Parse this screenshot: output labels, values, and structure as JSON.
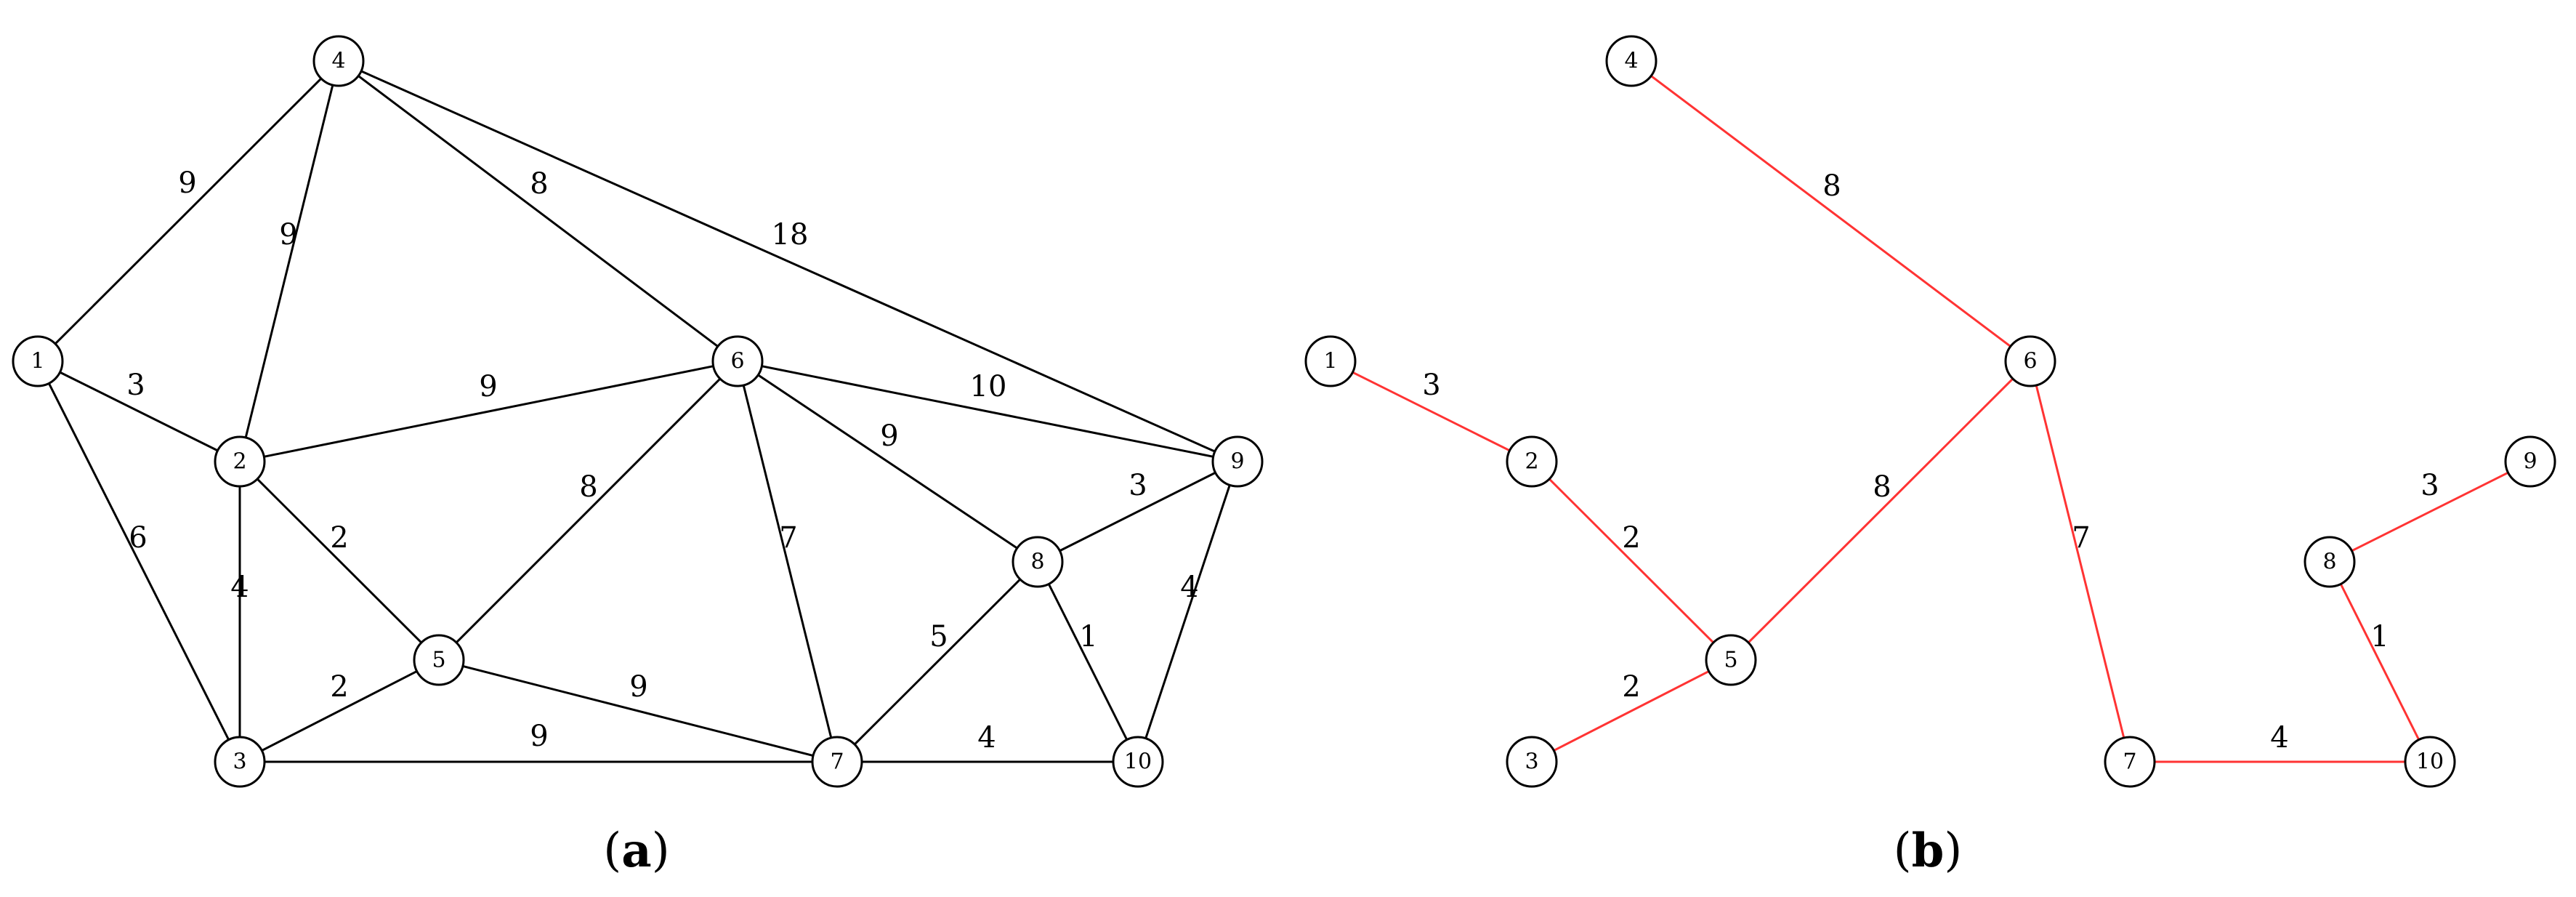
{
  "colors": {
    "graph_edge": "#000000",
    "tree_edge": "#ff3333",
    "node_stroke": "#000000",
    "background": "#ffffff"
  },
  "panels": [
    {
      "id": "a",
      "caption": "a",
      "nodes": [
        "1",
        "2",
        "3",
        "4",
        "5",
        "6",
        "7",
        "8",
        "9",
        "10"
      ],
      "edges": [
        {
          "from": "1",
          "to": "4",
          "weight": "9"
        },
        {
          "from": "1",
          "to": "2",
          "weight": "3"
        },
        {
          "from": "1",
          "to": "3",
          "weight": "6"
        },
        {
          "from": "4",
          "to": "2",
          "weight": "9"
        },
        {
          "from": "4",
          "to": "6",
          "weight": "8"
        },
        {
          "from": "4",
          "to": "9",
          "weight": "18"
        },
        {
          "from": "2",
          "to": "6",
          "weight": "9"
        },
        {
          "from": "2",
          "to": "5",
          "weight": "2"
        },
        {
          "from": "2",
          "to": "3",
          "weight": "4"
        },
        {
          "from": "3",
          "to": "5",
          "weight": "2"
        },
        {
          "from": "3",
          "to": "7",
          "weight": "9"
        },
        {
          "from": "5",
          "to": "6",
          "weight": "8"
        },
        {
          "from": "5",
          "to": "7",
          "weight": "9"
        },
        {
          "from": "6",
          "to": "7",
          "weight": "7"
        },
        {
          "from": "6",
          "to": "8",
          "weight": "9"
        },
        {
          "from": "6",
          "to": "9",
          "weight": "10"
        },
        {
          "from": "8",
          "to": "9",
          "weight": "3"
        },
        {
          "from": "8",
          "to": "7",
          "weight": "5"
        },
        {
          "from": "8",
          "to": "10",
          "weight": "1"
        },
        {
          "from": "9",
          "to": "10",
          "weight": "4"
        },
        {
          "from": "7",
          "to": "10",
          "weight": "4"
        }
      ]
    },
    {
      "id": "b",
      "caption": "b",
      "nodes": [
        "1",
        "2",
        "3",
        "4",
        "5",
        "6",
        "7",
        "8",
        "9",
        "10"
      ],
      "edges": [
        {
          "from": "4",
          "to": "6",
          "weight": "8"
        },
        {
          "from": "1",
          "to": "2",
          "weight": "3"
        },
        {
          "from": "2",
          "to": "5",
          "weight": "2"
        },
        {
          "from": "3",
          "to": "5",
          "weight": "2"
        },
        {
          "from": "5",
          "to": "6",
          "weight": "8"
        },
        {
          "from": "6",
          "to": "7",
          "weight": "7"
        },
        {
          "from": "7",
          "to": "10",
          "weight": "4"
        },
        {
          "from": "8",
          "to": "10",
          "weight": "1"
        },
        {
          "from": "8",
          "to": "9",
          "weight": "3"
        }
      ]
    }
  ]
}
